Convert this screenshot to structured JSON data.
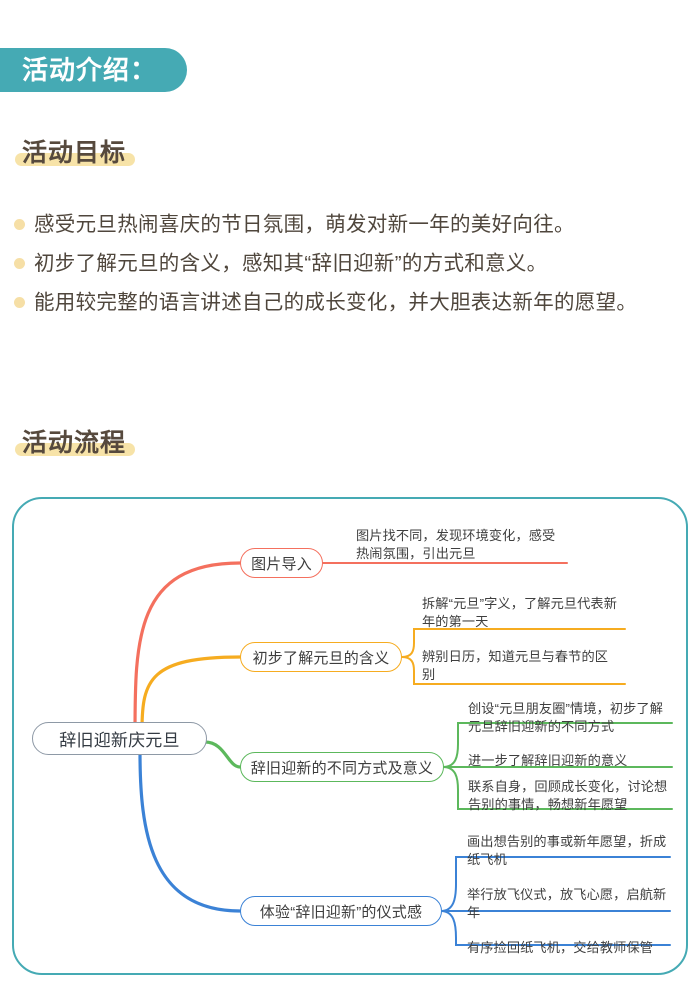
{
  "banner": {
    "title": "活动介绍：",
    "color": "#45aab4"
  },
  "sections": {
    "goal_heading": "活动目标",
    "flow_heading": "活动流程",
    "highlight_color": "#f7e3a8"
  },
  "goals": [
    "感受元旦热闹喜庆的节日氛围，萌发对新一年的美好向往。",
    "初步了解元旦的含义，感知其“辞旧迎新”的方式和意义。",
    "能用较完整的语言讲述自己的成长变化，并大胆表达新年的愿望。"
  ],
  "mindmap": {
    "frame_color": "#45aab4",
    "root": {
      "label": "辞旧迎新庆元旦",
      "color": "#8e99a6"
    },
    "branches": [
      {
        "label": "图片导入",
        "color": "#f4705e",
        "leaves": [
          "图片找不同，发现环境变化，感受热闹氛围，引出元旦"
        ]
      },
      {
        "label": "初步了解元旦的含义",
        "color": "#f6ac20",
        "leaves": [
          "拆解“元旦”字义，了解元旦代表新年的第一天",
          "辨别日历，知道元旦与春节的区别"
        ]
      },
      {
        "label": "辞旧迎新的不同方式及意义",
        "color": "#5cb85c",
        "leaves": [
          "创设“元旦朋友圈”情境，初步了解元旦辞旧迎新的不同方式",
          "进一步了解辞旧迎新的意义",
          "联系自身，回顾成长变化，讨论想告别的事情，畅想新年愿望"
        ]
      },
      {
        "label": "体验“辞旧迎新”的仪式感",
        "color": "#3b82d6",
        "leaves": [
          "画出想告别的事或新年愿望，折成纸飞机",
          "举行放飞仪式，放飞心愿，启航新年",
          "有序捡回纸飞机，交给教师保管"
        ]
      }
    ]
  }
}
